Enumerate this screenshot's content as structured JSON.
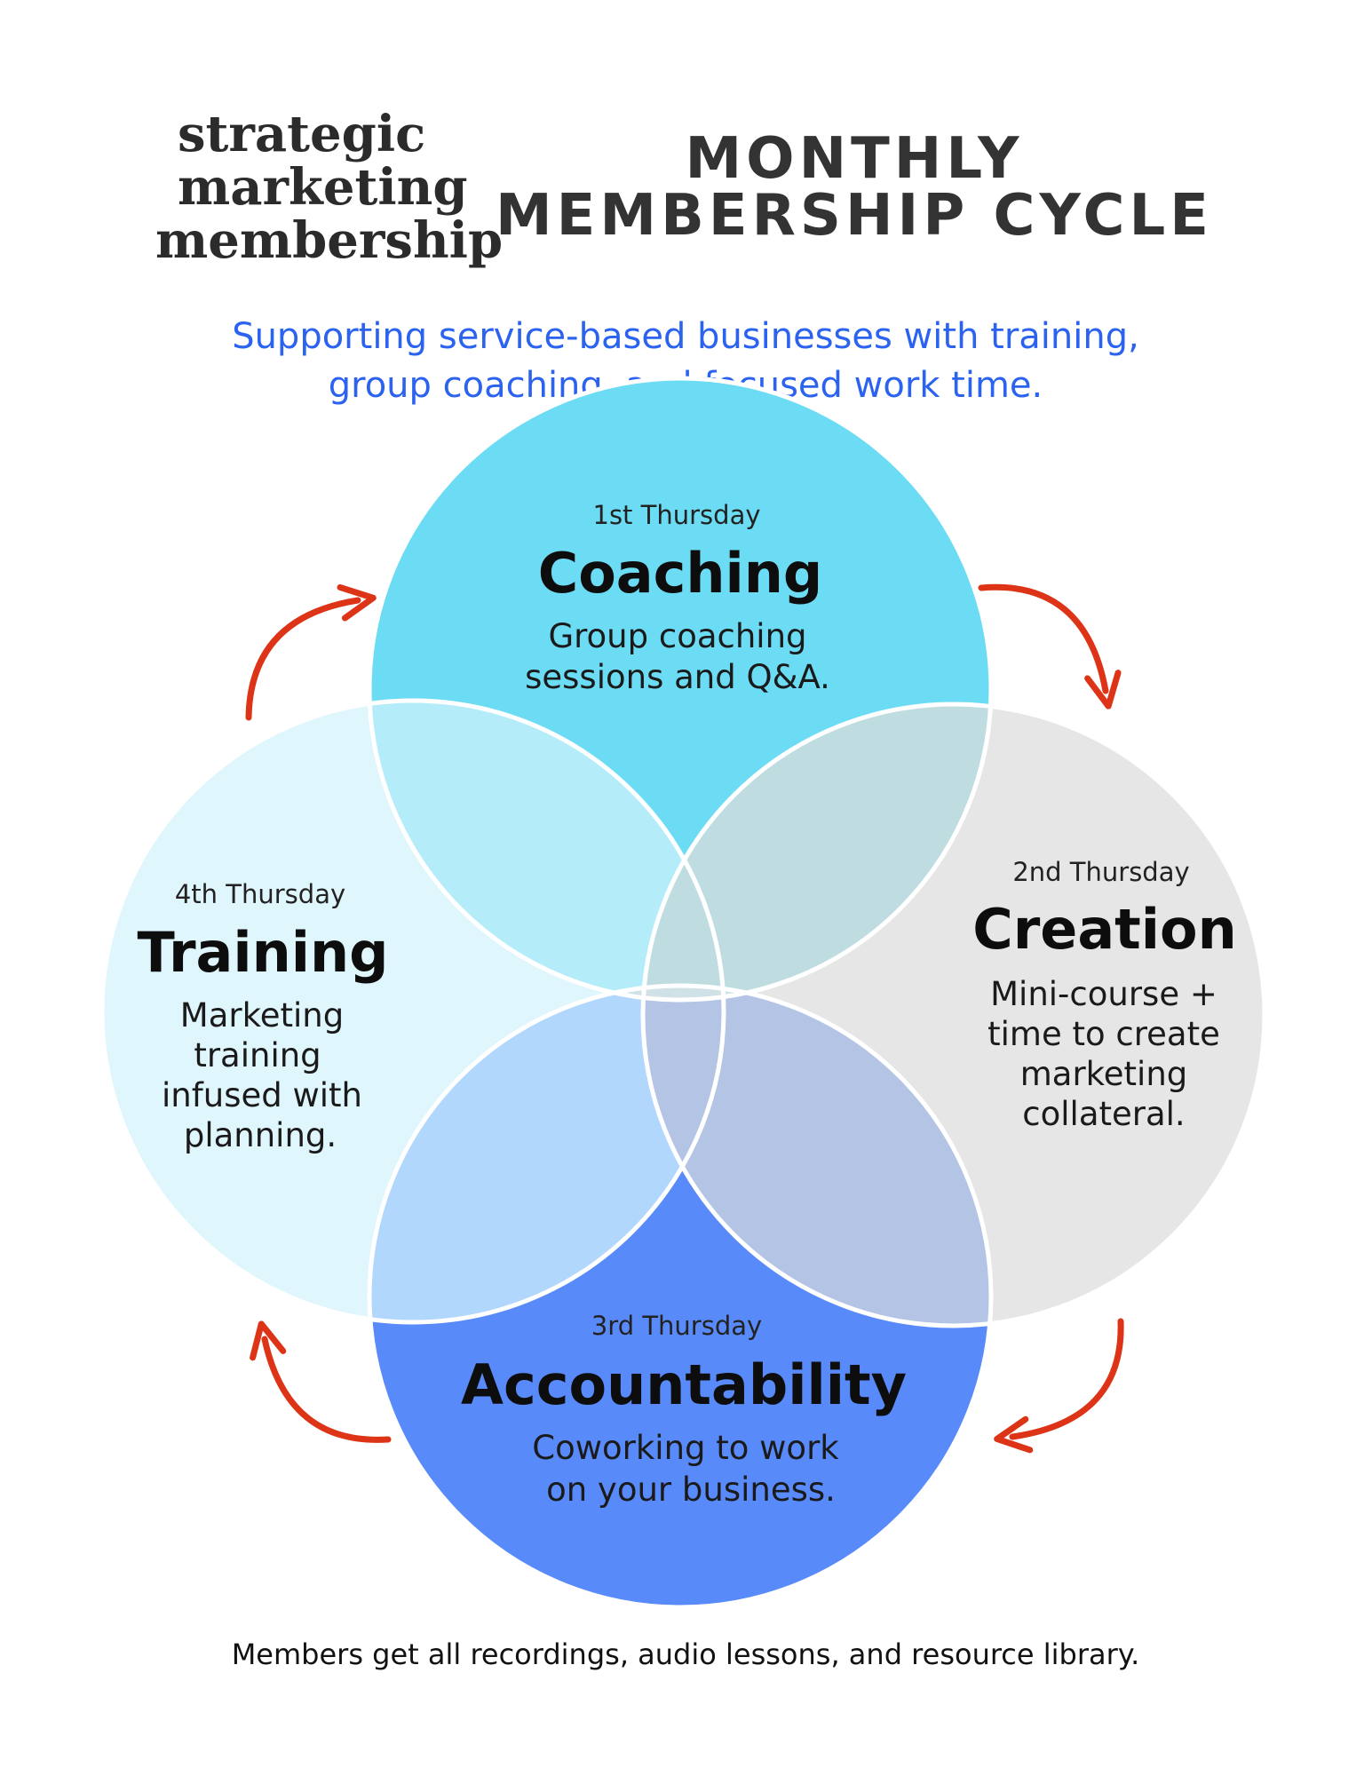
{
  "brand": {
    "logo_lines": [
      "strategic",
      "marketing",
      "membership"
    ]
  },
  "header": {
    "title_lines": [
      "MONTHLY",
      "MEMBERSHIP CYCLE"
    ]
  },
  "subtitle_lines": [
    "Supporting service-based businesses with training,",
    "group coaching, and focused work time."
  ],
  "cycle": {
    "stages": [
      {
        "key": "coaching",
        "day": "1st Thursday",
        "name": "Coaching",
        "description": [
          "Group coaching",
          "sessions and Q&A."
        ],
        "color": "#6cdcf4"
      },
      {
        "key": "creation",
        "day": "2nd Thursday",
        "name": "Creation",
        "description": [
          "Mini-course +",
          "time to create",
          "marketing",
          "collateral."
        ],
        "color": "#e6e6e6"
      },
      {
        "key": "accountability",
        "day": "3rd Thursday",
        "name": "Accountability",
        "description": [
          "Coworking to work",
          "on your business."
        ],
        "color": "#598afa"
      },
      {
        "key": "training",
        "day": "4th Thursday",
        "name": "Training",
        "description": [
          "Marketing",
          "training",
          "infused with",
          "planning."
        ],
        "color": "#e0f6fd"
      }
    ],
    "overlap_colors": {
      "coaching_training": "#b4edf9",
      "coaching_creation": "#bfdde1",
      "training_accountability": "#b2d7fd",
      "creation_accountability": "#b3c4e5",
      "center": "#d0e1e7"
    },
    "outline_color": "#ffffff",
    "arrow_color": "#dd3316"
  },
  "footer": {
    "note": "Members get all recordings, audio lessons, and resource library."
  }
}
